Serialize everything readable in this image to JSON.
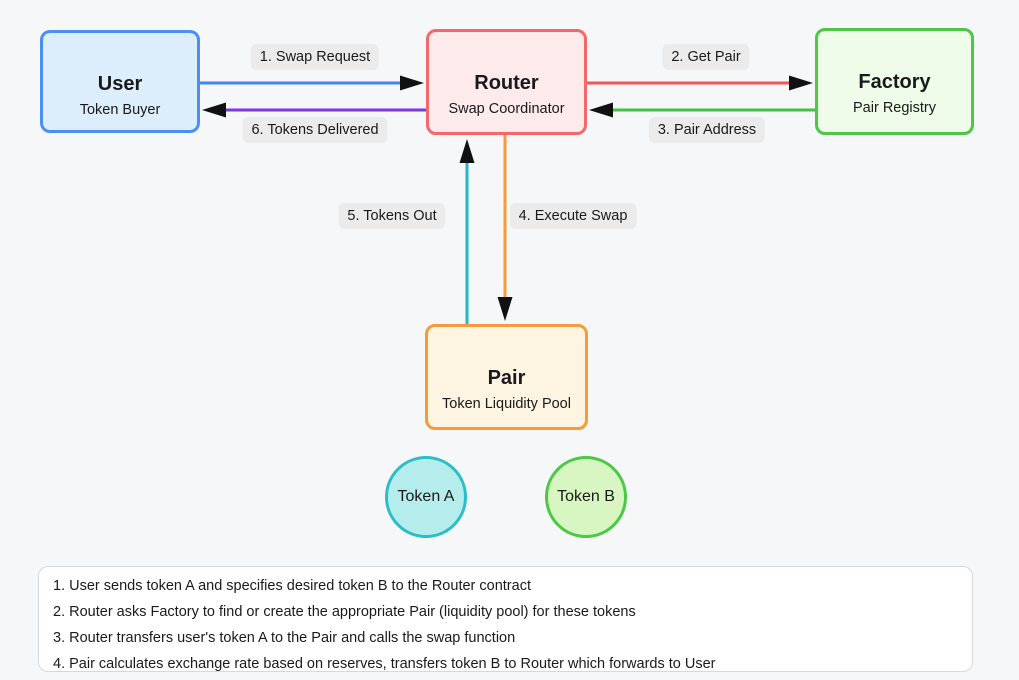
{
  "diagram": {
    "background": "#f6f7f9",
    "nodes": {
      "user": {
        "title": "User",
        "subtitle": "Token Buyer",
        "fill": "#dcedfb",
        "border": "#4a90f2"
      },
      "router": {
        "title": "Router",
        "subtitle": "Swap Coordinator",
        "fill": "#fdeaea",
        "border": "#f56868"
      },
      "factory": {
        "title": "Factory",
        "subtitle": "Pair Registry",
        "fill": "#eefce9",
        "border": "#4cc746"
      },
      "pair": {
        "title": "Pair",
        "subtitle": "Token Liquidity Pool",
        "fill": "#fdf4e2",
        "border": "#f59c38"
      }
    },
    "edges": [
      {
        "label": "1. Swap Request",
        "from": "User",
        "to": "Router",
        "color": "#4285f4"
      },
      {
        "label": "2. Get Pair",
        "from": "Router",
        "to": "Factory",
        "color": "#f25555"
      },
      {
        "label": "3. Pair Address",
        "from": "Factory",
        "to": "Router",
        "color": "#3ec43e"
      },
      {
        "label": "4. Execute Swap",
        "from": "Router",
        "to": "Pair",
        "color": "#f9993b"
      },
      {
        "label": "5. Tokens Out",
        "from": "Pair",
        "to": "Router",
        "color": "#24b9c6"
      },
      {
        "label": "6. Tokens Delivered",
        "from": "Router",
        "to": "User",
        "color": "#8236e0"
      }
    ],
    "arrowhead_color": "#111111",
    "label_chip_bg": "#ebebeb",
    "tokens": [
      {
        "label": "Token A",
        "fill": "#b5ecec",
        "border": "#2cbec6"
      },
      {
        "label": "Token B",
        "fill": "#d8f6c2",
        "border": "#4cc746"
      }
    ],
    "notes": [
      "1. User sends token A and specifies desired token B to the Router contract",
      "2. Router asks Factory to find or create the appropriate Pair (liquidity pool) for these tokens",
      "3. Router transfers user's token A to the Pair and calls the swap function",
      "4. Pair calculates exchange rate based on reserves, transfers token B to Router which forwards to User"
    ]
  }
}
